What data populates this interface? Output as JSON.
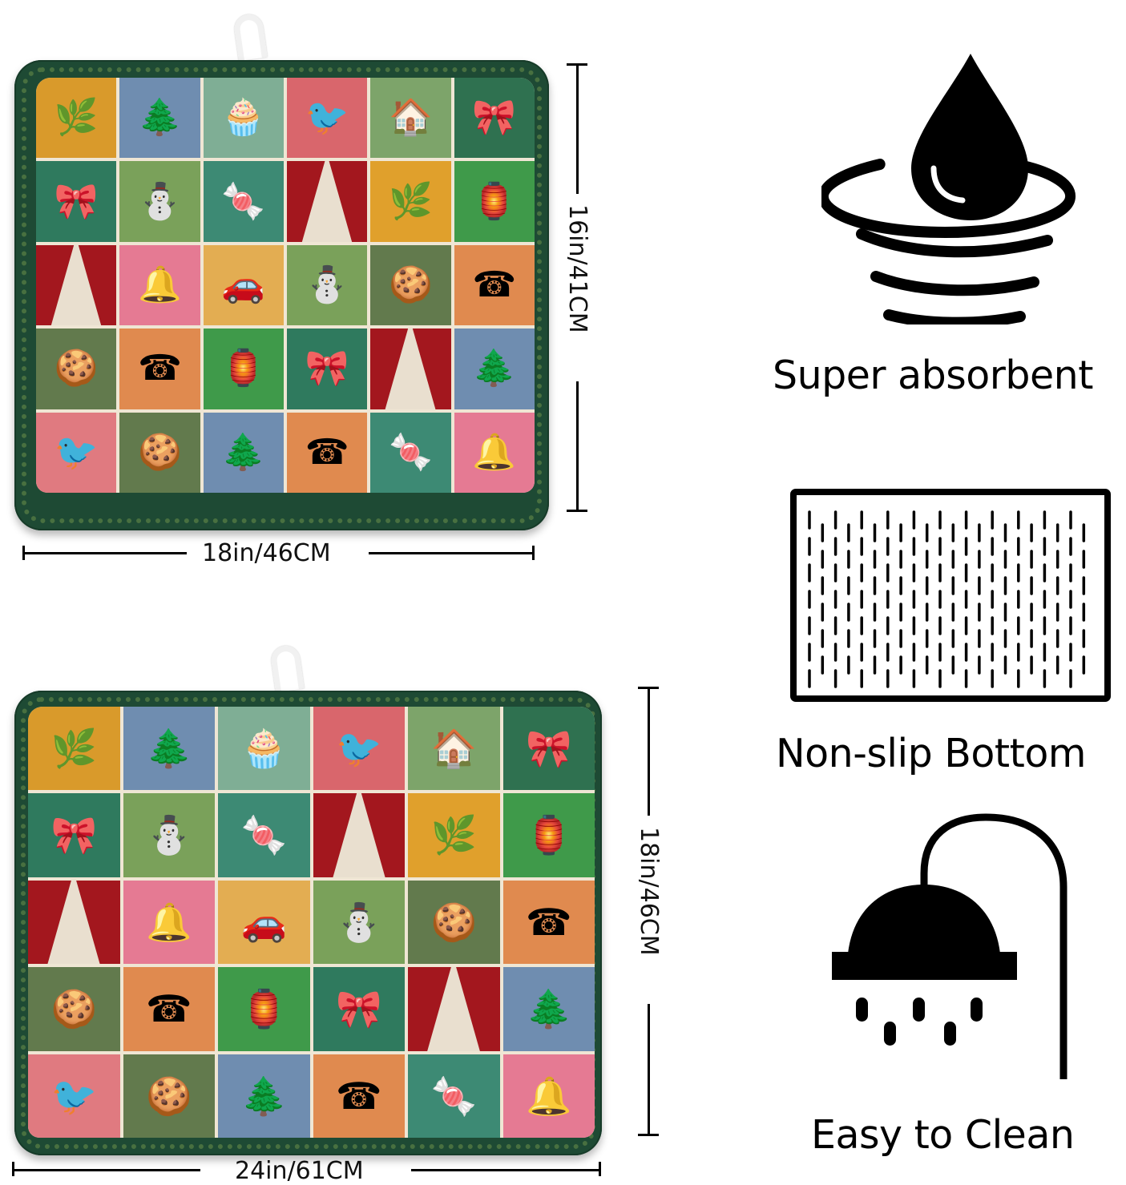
{
  "mats": [
    {
      "id": "mat-small",
      "width_label": "18in/46CM",
      "height_label": "16in/41CM",
      "columns": 6,
      "rows": 5,
      "tiles": [
        {
          "motif": "mistletoe",
          "glyph": "🌿",
          "bg": "#d99a2b"
        },
        {
          "motif": "pinecones",
          "glyph": "🌲",
          "bg": "#6f8db0"
        },
        {
          "motif": "cupcake",
          "glyph": "🧁",
          "bg": "#7fae95"
        },
        {
          "motif": "cardinal",
          "glyph": "🐦",
          "bg": "#d9666c"
        },
        {
          "motif": "snowy-cabin",
          "glyph": "🏠",
          "bg": "#7da46a"
        },
        {
          "motif": "wreath",
          "glyph": "🎀",
          "bg": "#2f7150"
        },
        {
          "motif": "wreath",
          "glyph": "🎀",
          "bg": "#2f7a5e"
        },
        {
          "motif": "snowman",
          "glyph": "⛄",
          "bg": "#7aa15a"
        },
        {
          "motif": "candy-canes",
          "glyph": "🍬",
          "bg": "#3d8a74"
        },
        {
          "motif": "tree",
          "glyph": "tree",
          "bg": "#a3171e"
        },
        {
          "motif": "mistletoe",
          "glyph": "🌿",
          "bg": "#e0a02c"
        },
        {
          "motif": "lantern",
          "glyph": "🏮",
          "bg": "#3f9a4a"
        },
        {
          "motif": "tree",
          "glyph": "tree",
          "bg": "#a3171e"
        },
        {
          "motif": "bells",
          "glyph": "🔔",
          "bg": "#e57a93"
        },
        {
          "motif": "red-car",
          "glyph": "🚗",
          "bg": "#e3ad52"
        },
        {
          "motif": "snowman",
          "glyph": "⛄",
          "bg": "#7aa15a"
        },
        {
          "motif": "gingerbread",
          "glyph": "🍪",
          "bg": "#627a4d"
        },
        {
          "motif": "phone-booth",
          "glyph": "☎",
          "bg": "#e08a4f"
        },
        {
          "motif": "gingerbread",
          "glyph": "🍪",
          "bg": "#627a4d"
        },
        {
          "motif": "phone-booth",
          "glyph": "☎",
          "bg": "#e08a4f"
        },
        {
          "motif": "lantern",
          "glyph": "🏮",
          "bg": "#3f9a4a"
        },
        {
          "motif": "wreath",
          "glyph": "🎀",
          "bg": "#2f7a5e"
        },
        {
          "motif": "tree",
          "glyph": "tree",
          "bg": "#a3171e"
        },
        {
          "motif": "pinecones",
          "glyph": "🌲",
          "bg": "#6f8db0"
        },
        {
          "motif": "cardinal",
          "glyph": "🐦",
          "bg": "#e07a80"
        },
        {
          "motif": "gingerbread",
          "glyph": "🍪",
          "bg": "#627a4d"
        },
        {
          "motif": "pinecones",
          "glyph": "🌲",
          "bg": "#6f8db0"
        },
        {
          "motif": "phone-booth",
          "glyph": "☎",
          "bg": "#e08a4f"
        },
        {
          "motif": "candy-canes",
          "glyph": "🍬",
          "bg": "#3d8a74"
        },
        {
          "motif": "bells",
          "glyph": "🔔",
          "bg": "#e57a93"
        }
      ]
    },
    {
      "id": "mat-large",
      "width_label": "24in/61CM",
      "height_label": "18in/46CM",
      "columns": 6,
      "rows": 5
    }
  ],
  "features": [
    {
      "label": "Super absorbent",
      "icon": "water-drop-icon"
    },
    {
      "label": "Non-slip Bottom",
      "icon": "non-slip-pattern-icon"
    },
    {
      "label": "Easy to Clean",
      "icon": "shower-head-icon"
    }
  ],
  "colors": {
    "mat_border": "#1e4a34",
    "grid_gap": "#efe6d4",
    "loop": "#f1f1f1",
    "ink": "#000000"
  }
}
